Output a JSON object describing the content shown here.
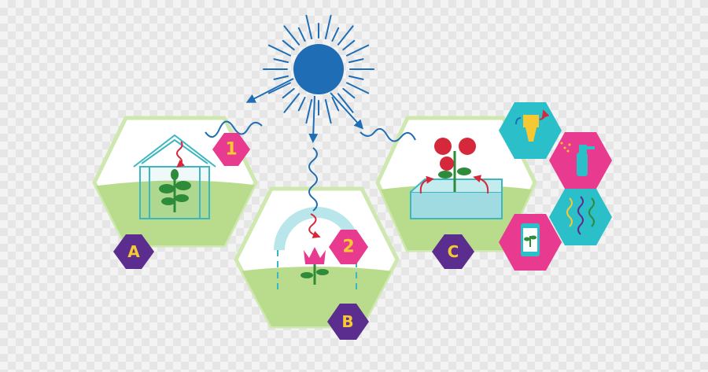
{
  "colors": {
    "sun": "#1f6db5",
    "ray": "#1f6db5",
    "heat_wave": "#d6283b",
    "hex_pink": "#e83a8e",
    "hex_purple": "#5b2d8e",
    "hex_teal": "#2bbfc9",
    "ground": "#b8dc8c",
    "hex_outline": "#cfe8b0",
    "structure": "#3cb7c2",
    "label_yellow": "#f6c933"
  },
  "steps": [
    {
      "number": "1",
      "icon": "greenhouse-icon"
    },
    {
      "number": "2",
      "icon": "tunnel-icon"
    }
  ],
  "panels": [
    {
      "letter": "A",
      "icon": "greenhouse-icon"
    },
    {
      "letter": "B",
      "icon": "flower-tunnel-icon"
    },
    {
      "letter": "C",
      "icon": "strawberry-plant-icon"
    }
  ],
  "side_icons": [
    "sprayer-bottle-icon",
    "spray-can-icon",
    "squiggle-lines-icon",
    "phone-plant-icon"
  ]
}
